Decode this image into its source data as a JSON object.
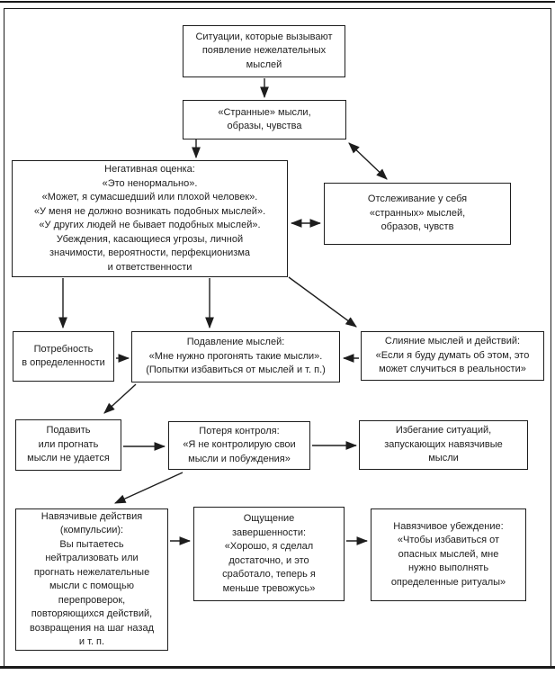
{
  "figure": {
    "boxes": {
      "situations": {
        "text": "Ситуации, которые вызывают\nпоявление нежелательных\nмыслей"
      },
      "strange_thoughts": {
        "text": "«Странные» мысли,\nобразы, чувства"
      },
      "negative_appraisal": {
        "text": "Негативная оценка:\n«Это ненормально».\n«Может, я сумасшедший или плохой человек».\n«У меня не должно возникать подобных мыслей».\n«У других людей не бывает подобных мыслей».\nУбеждения, касающиеся угрозы, личной\nзначимости, вероятности, перфекционизма\nи ответственности"
      },
      "self_monitoring": {
        "text": "Отслеживание у себя\n«странных» мыслей,\nобразов, чувств"
      },
      "need_certainty": {
        "text": "Потребность\nв определенности"
      },
      "thought_suppression": {
        "text": "Подавление мыслей:\n«Мне нужно прогонять такие мысли».\n(Попытки избавиться от мыслей и т. п.)"
      },
      "thought_action_fusion": {
        "text": "Слияние мыслей и действий:\n«Если я буду думать об этом, это\nможет случиться в реальности»"
      },
      "suppression_fails": {
        "text": "Подавить\nили прогнать\nмысли не удается"
      },
      "loss_of_control": {
        "text": "Потеря контроля:\n«Я не контролирую свои\nмысли и побуждения»"
      },
      "avoidance": {
        "text": "Избегание ситуаций,\nзапускающих навязчивые\nмысли"
      },
      "compulsions": {
        "text": "Навязчивые действия\n(компульсии):\nВы пытаетесь\nнейтрализовать или\nпрогнать нежелательные\nмысли с помощью\nперепроверок,\nповторяющихся действий,\nвозвращения на шаг назад\nи т. п."
      },
      "sense_of_completion": {
        "text": "Ощущение\nзавершенности:\n«Хорошо, я сделал\nдостаточно, и это\nсработало, теперь я\nменьше тревожусь»"
      },
      "obsessive_belief": {
        "text": "Навязчивое убеждение:\n«Чтобы избавиться от\nопасных мыслей, мне\nнужно выполнять\nопределенные ритуалы»"
      }
    },
    "line_color": "#1d1d1d",
    "background_color": "#ffffff"
  }
}
